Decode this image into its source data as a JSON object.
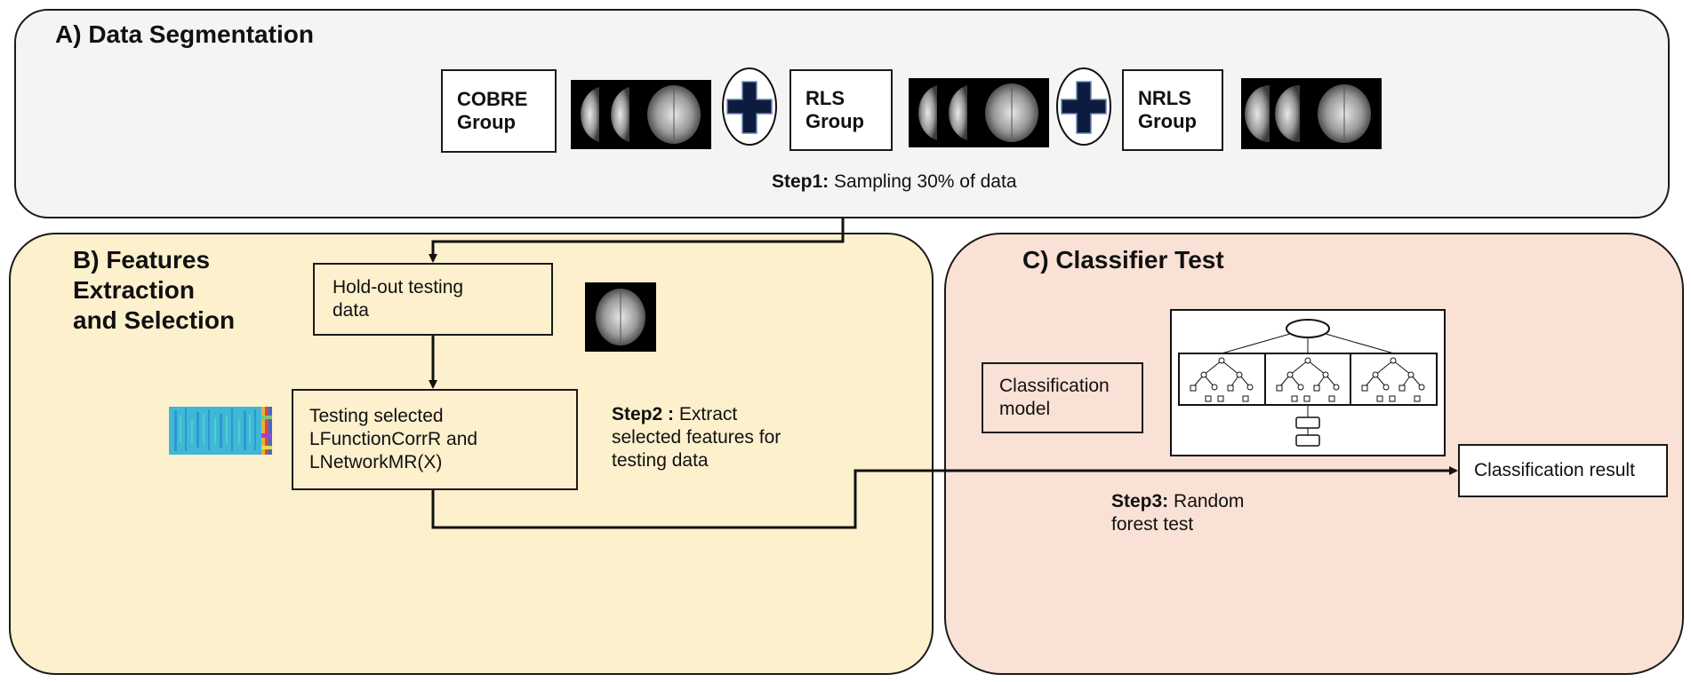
{
  "panels": {
    "a_title": "A) Data Segmentation",
    "b_title_lines": [
      "B) Features",
      "Extraction",
      "and Selection"
    ],
    "c_title": "C) Classifier Test"
  },
  "groups": [
    {
      "line1": "COBRE",
      "line2": "Group"
    },
    {
      "line1": "RLS",
      "line2": "Group"
    },
    {
      "line1": "NRLS",
      "line2": "Group"
    }
  ],
  "steps": {
    "step1_label": "Step1:",
    "step1_text": "Sampling 30% of data",
    "step2_label": "Step2 :",
    "step2_text_lines": [
      "Extract",
      "selected features for",
      "testing data"
    ],
    "step3_label": "Step3:",
    "step3_text_lines": [
      "Random",
      "forest test"
    ]
  },
  "boxes": {
    "holdout_lines": [
      "Hold-out testing",
      "data"
    ],
    "testing_lines": [
      "Testing selected",
      "LFunctionCorrR and",
      "LNetworkMR(X)"
    ],
    "classification_model_lines": [
      "Classification",
      "model"
    ],
    "classification_result": "Classification result"
  },
  "colors": {
    "panel_a_bg": "#f4f4f4",
    "panel_b_bg": "#fdf0cd",
    "panel_c_bg": "#f9e1d5",
    "plus_fill": "#0d1b3e"
  },
  "icons": [
    "brain-scan-icon",
    "plus-icon",
    "feature-heatmap-icon",
    "random-forest-tree-icon"
  ]
}
